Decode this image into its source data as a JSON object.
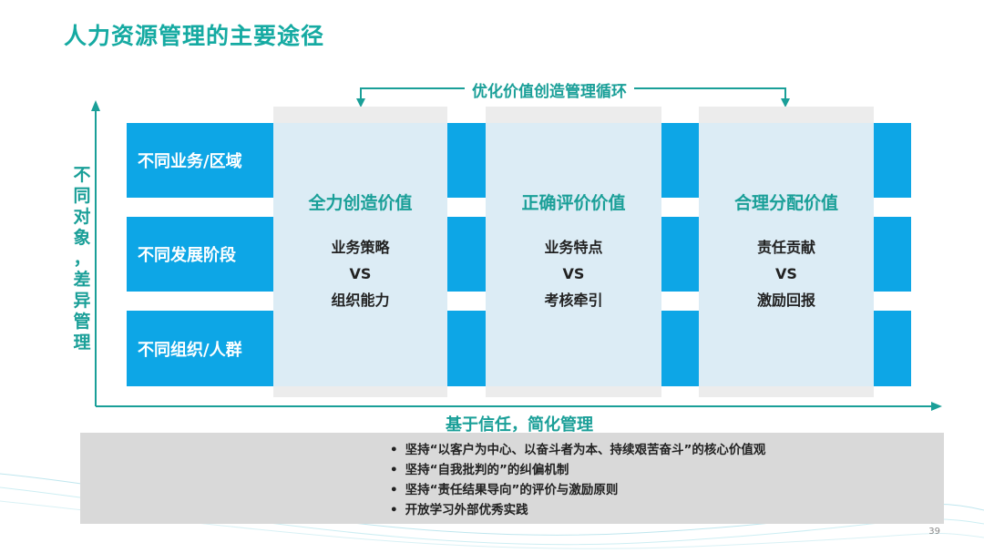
{
  "title": "人力资源管理的主要途径",
  "cycle_label": "优化价值创造管理循环",
  "x_axis_label": "基于信任，简化管理",
  "y_axis_label": [
    "不",
    "同",
    "对",
    "象",
    "，",
    "差",
    "异",
    "管",
    "理"
  ],
  "rows": [
    {
      "label": "不同业务/区域"
    },
    {
      "label": "不同发展阶段"
    },
    {
      "label": "不同组织/人群"
    }
  ],
  "columns": [
    {
      "title": "全力创造价值",
      "line1": "业务策略",
      "vs": "VS",
      "line2": "组织能力"
    },
    {
      "title": "正确评价价值",
      "line1": "业务特点",
      "vs": "VS",
      "line2": "考核牵引"
    },
    {
      "title": "合理分配价值",
      "line1": "责任贡献",
      "vs": "VS",
      "line2": "激励回报"
    }
  ],
  "bullets": [
    "坚持“以客户为中心、以奋斗者为本、持续艰苦奋斗”的核心价值观",
    "坚持“自我批判的”的纠偏机制",
    "坚持“责任结果导向”的评价与激励原则",
    "开放学习外部优秀实践"
  ],
  "page_number": "39",
  "colors": {
    "accent": "#15aaa2",
    "bar": "#0da6e6",
    "column": "#dcecf5",
    "bullet_bg": "#d9d9d9"
  }
}
